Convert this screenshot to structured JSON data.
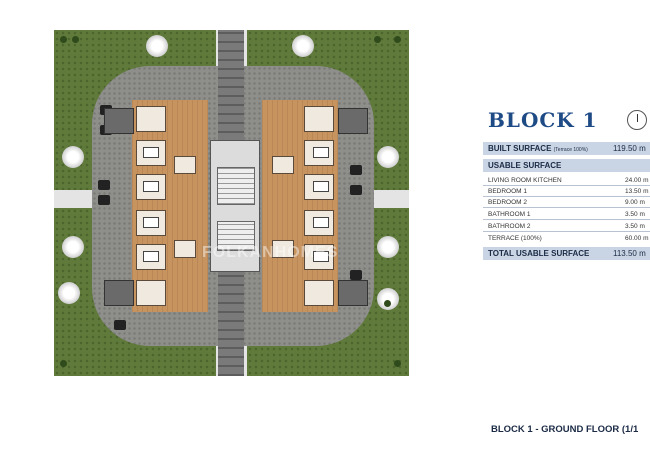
{
  "watermark": "FOLKANHOMES",
  "block": {
    "title": "BLOCK 1",
    "built_surface": {
      "label": "BUILT SURFACE",
      "note": "(Terrace 100%)",
      "value": "119.50 m"
    },
    "usable_surface_header": "USABLE SURFACE",
    "rows": [
      {
        "label": "LIVING ROOM KITCHEN",
        "value": "24.00 m"
      },
      {
        "label": "BEDROOM 1",
        "value": "13.50 m"
      },
      {
        "label": "BEDROOM 2",
        "value": "9.00 m"
      },
      {
        "label": "BATHROOM 1",
        "value": "3.50 m"
      },
      {
        "label": "BATHROOM 2",
        "value": "3.50 m"
      },
      {
        "label": "TERRACE (100%)",
        "value": "60.00 m"
      }
    ],
    "total": {
      "label": "TOTAL USABLE SURFACE",
      "value": "113.50 m"
    }
  },
  "footer": "BLOCK 1 - GROUND FLOOR (1/1"
}
